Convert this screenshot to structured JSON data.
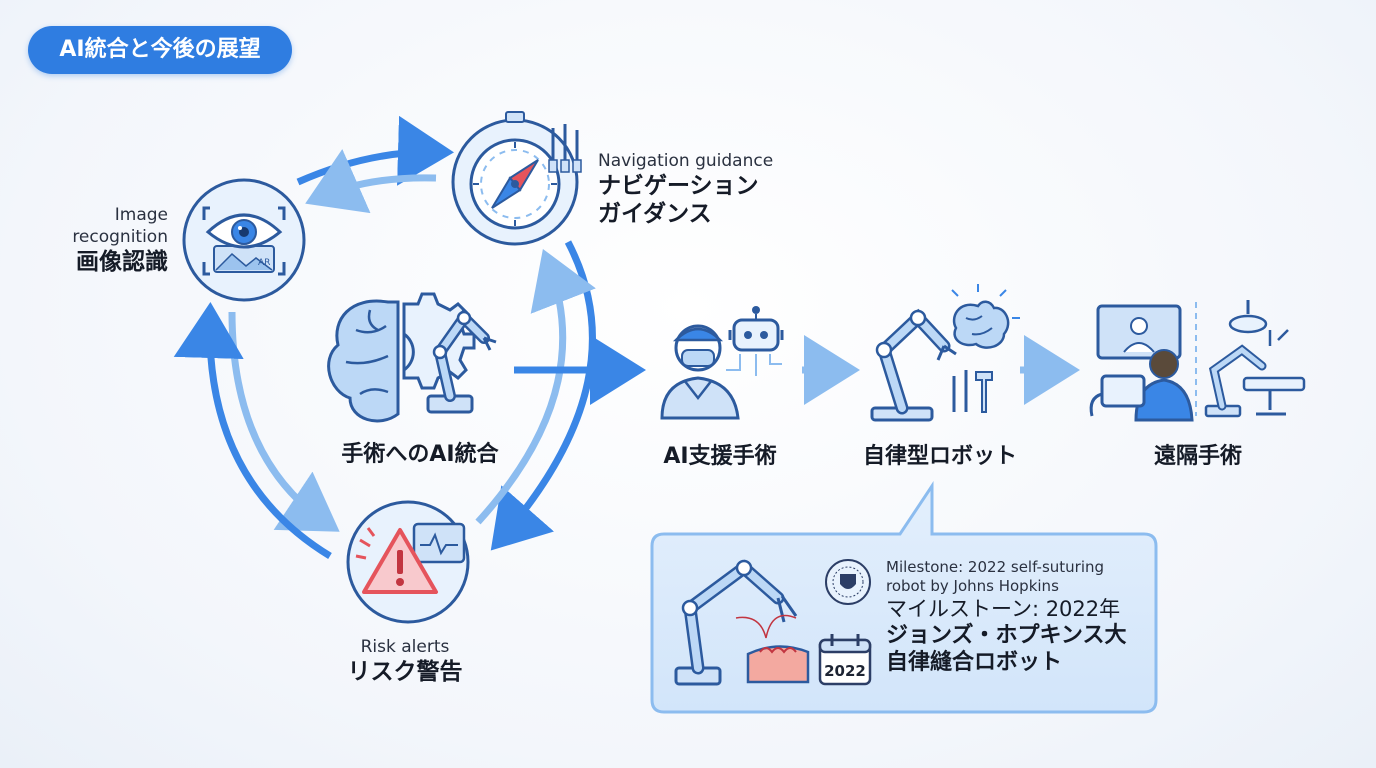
{
  "header": {
    "badge": "AI統合と今後の展望"
  },
  "cycle": {
    "center": "手術へのAI統合",
    "image_recognition": {
      "en_line1": "Image",
      "en_line2": "recognition",
      "jp": "画像認識",
      "ar_tag": "AR"
    },
    "navigation": {
      "en": "Navigation guidance",
      "jp_line1": "ナビゲーション",
      "jp_line2": "ガイダンス"
    },
    "risk": {
      "en": "Risk alerts",
      "jp": "リスク警告"
    }
  },
  "flow": {
    "stages": [
      "AI支援手術",
      "自律型ロボット",
      "遠隔手術"
    ]
  },
  "milestone": {
    "en_line1": "Milestone: 2022 self-suturing",
    "en_line2": "robot by Johns Hopkins",
    "jp_line1": "マイルストーン: 2022年",
    "jp_line2": "ジョンズ・ホプキンス大",
    "jp_line3": "自律縫合ロボット",
    "calendar_year": "2022"
  },
  "colors": {
    "accent": "#2f7de1",
    "accent_light": "#8cbcef",
    "icon_stroke": "#2c5a9e",
    "icon_fill": "#cfe2f8",
    "alert": "#e5545c"
  }
}
